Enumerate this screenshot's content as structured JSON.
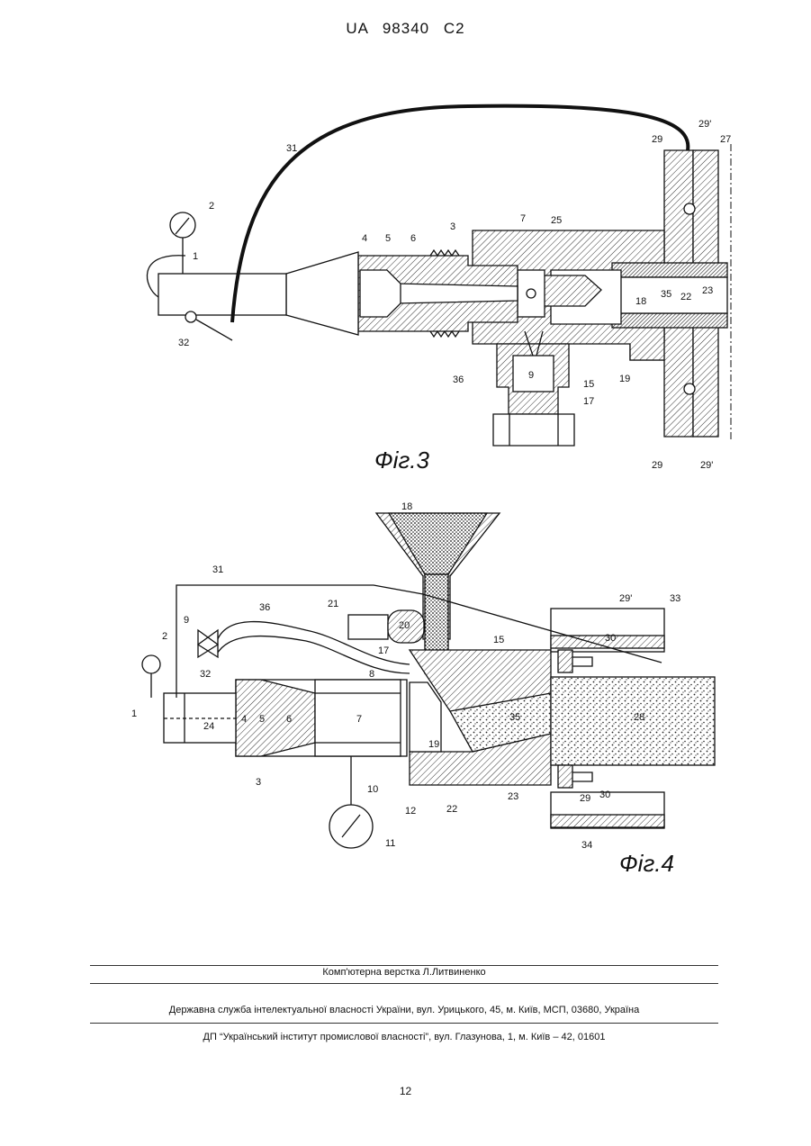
{
  "header": {
    "office": "UA",
    "number": "98340",
    "kind": "C2"
  },
  "fig3": {
    "caption": "Фіг.3",
    "labels": {
      "l31": "31",
      "l29a": "29",
      "l29p_a": "29'",
      "l27": "27",
      "l2": "2",
      "l1": "1",
      "l3": "3",
      "l4": "4",
      "l5": "5",
      "l6": "6",
      "l7": "7",
      "l25": "25",
      "l35": "35",
      "l22": "22",
      "l23": "23",
      "l18": "18",
      "l19": "19",
      "l32": "32",
      "l36": "36",
      "l9": "9",
      "l15": "15",
      "l17": "17",
      "l29b": "29",
      "l29p_b": "29'"
    }
  },
  "fig4": {
    "caption": "Фіг.4",
    "labels": {
      "l18": "18",
      "l31": "31",
      "l29p": "29'",
      "l33": "33",
      "l36": "36",
      "l21": "21",
      "l20": "20",
      "l9": "9",
      "l15": "15",
      "l30a": "30",
      "l2": "2",
      "l32": "32",
      "l17": "17",
      "l8": "8",
      "l1": "1",
      "l24": "24",
      "l4": "4",
      "l5": "5",
      "l6": "6",
      "l7": "7",
      "l19": "19",
      "l35": "35",
      "l28": "28",
      "l3": "3",
      "l10": "10",
      "l12": "12",
      "l22": "22",
      "l23": "23",
      "l29": "29",
      "l30b": "30",
      "l11": "11",
      "l34": "34"
    }
  },
  "footer": {
    "layout_credit": "Комп'ютерна верстка Л.Литвиненко",
    "service": "Державна служба інтелектуальної власності України, вул. Урицького, 45, м. Київ, МСП, 03680, Україна",
    "institute": "ДП “Український інститут промислової власності”, вул. Глазунова, 1, м. Київ – 42, 01601",
    "page": "12"
  }
}
